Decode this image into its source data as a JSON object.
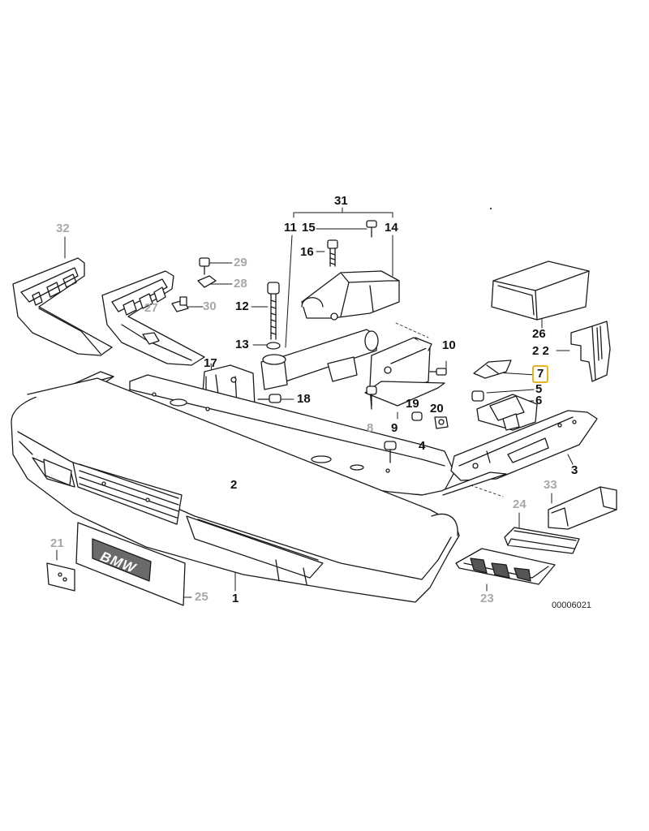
{
  "diagram": {
    "reference_number": "00006021",
    "plate_text": "BMW",
    "highlight_color": "#e8b422",
    "callouts": [
      {
        "id": "31",
        "label": "31",
        "gray": false,
        "highlight": false
      },
      {
        "id": "11",
        "label": "11",
        "gray": false,
        "highlight": false
      },
      {
        "id": "15",
        "label": "15",
        "gray": false,
        "highlight": false
      },
      {
        "id": "14",
        "label": "14",
        "gray": false,
        "highlight": false
      },
      {
        "id": "16",
        "label": "16",
        "gray": false,
        "highlight": false
      },
      {
        "id": "32",
        "label": "32",
        "gray": true,
        "highlight": false
      },
      {
        "id": "29",
        "label": "29",
        "gray": true,
        "highlight": false
      },
      {
        "id": "28",
        "label": "28",
        "gray": true,
        "highlight": false
      },
      {
        "id": "27",
        "label": "27",
        "gray": true,
        "highlight": false
      },
      {
        "id": "30",
        "label": "30",
        "gray": true,
        "highlight": false
      },
      {
        "id": "12",
        "label": "12",
        "gray": false,
        "highlight": false
      },
      {
        "id": "13",
        "label": "13",
        "gray": false,
        "highlight": false
      },
      {
        "id": "17",
        "label": "17",
        "gray": false,
        "highlight": false
      },
      {
        "id": "18",
        "label": "18",
        "gray": false,
        "highlight": false
      },
      {
        "id": "10",
        "label": "10",
        "gray": false,
        "highlight": false
      },
      {
        "id": "26",
        "label": "26",
        "gray": false,
        "highlight": false
      },
      {
        "id": "22",
        "label": "2 2",
        "gray": false,
        "highlight": false
      },
      {
        "id": "7",
        "label": "7",
        "gray": false,
        "highlight": true
      },
      {
        "id": "5",
        "label": "5",
        "gray": false,
        "highlight": false
      },
      {
        "id": "6",
        "label": "6",
        "gray": false,
        "highlight": false
      },
      {
        "id": "19",
        "label": "19",
        "gray": false,
        "highlight": false
      },
      {
        "id": "20",
        "label": "20",
        "gray": false,
        "highlight": false
      },
      {
        "id": "8",
        "label": "8",
        "gray": true,
        "highlight": false
      },
      {
        "id": "9",
        "label": "9",
        "gray": false,
        "highlight": false
      },
      {
        "id": "4",
        "label": "4",
        "gray": false,
        "highlight": false
      },
      {
        "id": "3",
        "label": "3",
        "gray": false,
        "highlight": false
      },
      {
        "id": "2",
        "label": "2",
        "gray": false,
        "highlight": false
      },
      {
        "id": "33",
        "label": "33",
        "gray": true,
        "highlight": false
      },
      {
        "id": "24",
        "label": "24",
        "gray": true,
        "highlight": false
      },
      {
        "id": "23",
        "label": "23",
        "gray": true,
        "highlight": false
      },
      {
        "id": "21",
        "label": "21",
        "gray": true,
        "highlight": false
      },
      {
        "id": "25",
        "label": "25",
        "gray": true,
        "highlight": false
      },
      {
        "id": "1",
        "label": "1",
        "gray": false,
        "highlight": false
      }
    ]
  }
}
